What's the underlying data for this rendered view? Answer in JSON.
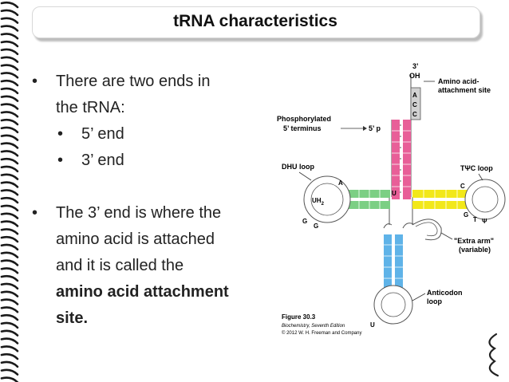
{
  "slide": {
    "title": "tRNA characteristics",
    "bullets": {
      "b1_line1": "There are two ends in",
      "b1_line2": "the tRNA:",
      "sub1": "5’ end",
      "sub2": "3’ end",
      "b2_line1": "The 3’ end is where the",
      "b2_line2": "amino acid is attached",
      "b2_line3": "and it is called the",
      "b2_line4": "amino acid attachment",
      "b2_line5": "site."
    },
    "bullet_glyph": "•"
  },
  "diagram": {
    "three_prime": "3’",
    "oh": "OH",
    "acc_bases": [
      "A",
      "C",
      "C"
    ],
    "amino_label_1": "Amino acid-",
    "amino_label_2": "attachment site",
    "phos_label_1": "Phosphorylated",
    "phos_label_2": "5’ terminus",
    "five_p": "5’ p",
    "dhu_loop": "DHU loop",
    "tpsic_loop": "TΨC loop",
    "uh2": "UH",
    "uh2_sub": "2",
    "dhu_bases": [
      "A",
      "G",
      "G"
    ],
    "tpsic_bases": [
      "C",
      "G",
      "T",
      "Ψ"
    ],
    "u_stem": "U",
    "u_anticodon": "U",
    "extra_arm_1": "\"Extra arm\"",
    "extra_arm_2": "(variable)",
    "anticodon_1": "Anticodon",
    "anticodon_2": "loop",
    "fig_1": "Figure 30.3",
    "fig_2": "Biochemistry, Seventh Edition",
    "fig_3": "© 2012 W. H. Freeman and Company",
    "colors": {
      "acceptor": "#e85f98",
      "dhu": "#7ccf84",
      "tpsic": "#f2e81a",
      "anticodon": "#5fb3e8",
      "gray": "#d2d2d2"
    }
  }
}
